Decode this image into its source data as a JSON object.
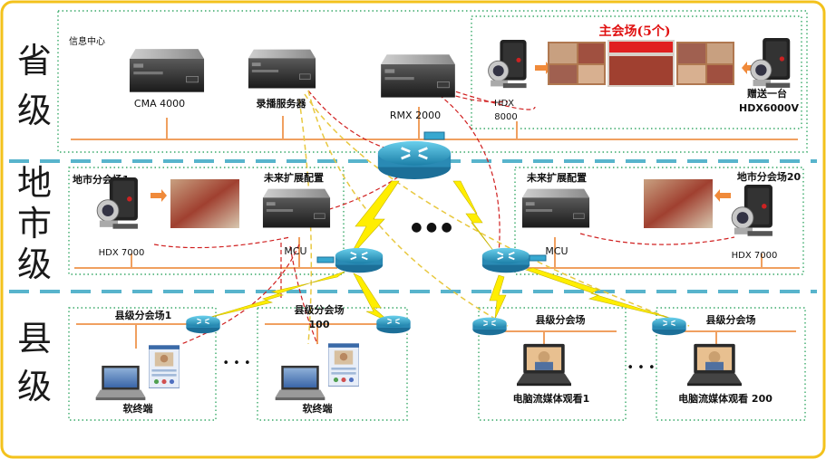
{
  "colors": {
    "frame": "#f3c21c",
    "tier_dash": "#58b4cc",
    "box_dot": "#3aaa6a",
    "orange_line": "#f0a060",
    "yellow_bolt": "#ffee00",
    "red_dash": "#d02020",
    "yellow_dash": "#e8c840",
    "title_red": "#e01010"
  },
  "tiers": [
    {
      "chars": [
        "省",
        "级"
      ]
    },
    {
      "chars": [
        "地",
        "市",
        "级"
      ]
    },
    {
      "chars": [
        "县",
        "级"
      ]
    }
  ],
  "province": {
    "info_center": "信息中心",
    "cma": "CMA 4000",
    "recorder": "录播服务器",
    "rmx": "RMX 2000",
    "main_venue_title": "主会场(5个)",
    "hdx8000_line1": "HDX",
    "hdx8000_line2": "8000",
    "gift_line1": "赠送一台",
    "gift_line2": "HDX6000V"
  },
  "city": {
    "left_branch": "地市分会场1",
    "left_future": "未来扩展配置",
    "left_hdx": "HDX  7000",
    "left_mcu": "MCU",
    "dots": "● ● ●",
    "right_future": "未来扩展配置",
    "right_branch": "地市分会场20",
    "right_mcu": "MCU",
    "right_hdx": "HDX  7000"
  },
  "county": {
    "box1_title": "县级分会场1",
    "box1_label": "软终端",
    "dots_left": "• • •",
    "box2_title_line1": "县级分会场",
    "box2_title_line2": "100",
    "box2_label": "软终端",
    "box3_title": "县级分会场",
    "box3_label": "电脑流媒体观看1",
    "dots_right": "• • •",
    "box4_title": "县级分会场",
    "box4_label": "电脑流媒体观看 200"
  },
  "icons": {
    "server": "server-icon",
    "router": "router-icon",
    "camera": "video-camera-icon",
    "laptop": "laptop-icon",
    "screen": "video-screen-icon",
    "softclient": "software-client-window-icon",
    "bolt": "lightning-link-icon"
  }
}
